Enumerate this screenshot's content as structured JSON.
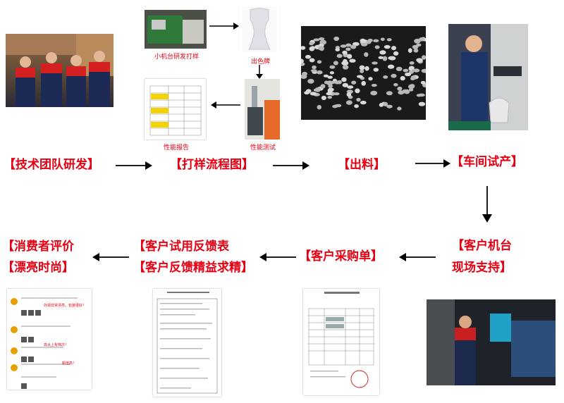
{
  "top_row": {
    "team_rd": "【技术团队研发】",
    "sampling_flow": "【打样流程图】",
    "output": "【出料】",
    "workshop_trial": "【车间试产】"
  },
  "sample_flow": {
    "machine_caption": "小机台研发打样",
    "sample_caption": "出色牌",
    "report_caption": "性能报告",
    "test_caption": "性能测试"
  },
  "middle_row": {
    "customer_machine": "【客户机台",
    "onsite_support": "现场支持】",
    "customer_purchase": "【客户采购单】",
    "trial_feedback": "【客户试用反馈表",
    "feedback_refine": "【客户反馈精益求精】",
    "consumer_review": "【消费者评价",
    "stylish": "【漂亮时尚】"
  },
  "screenshot_texts": {
    "review_line_1": "外观非常漂亮，包装很好！",
    "review_line_2": "高大上有档次！",
    "review_line_3": "颜值高！"
  },
  "colors": {
    "accent": "#e60012",
    "arrow": "#000000"
  }
}
